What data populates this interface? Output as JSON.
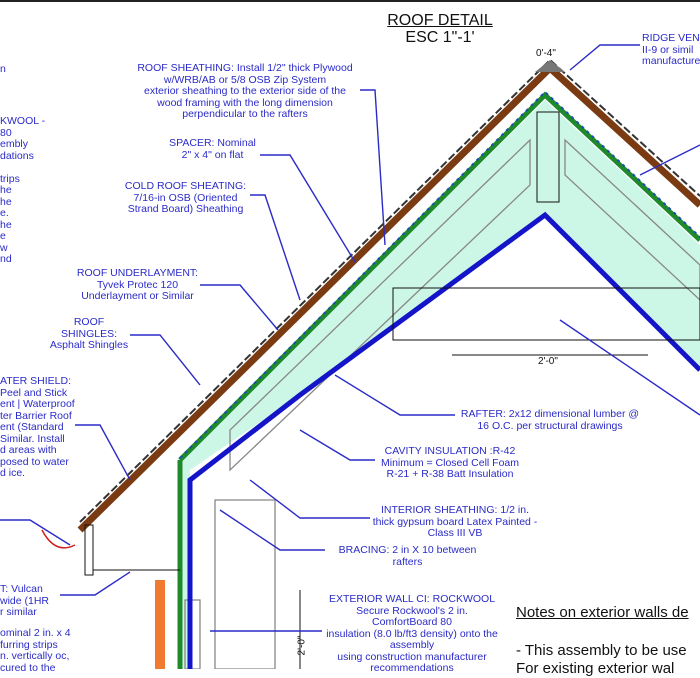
{
  "title": {
    "main": "ROOF DETAIL",
    "scale": "ESC 1\"-1'"
  },
  "dimensions": {
    "ridge": "0'-4\"",
    "truss": "2'-0\"",
    "wall": "2'-0\""
  },
  "labels": {
    "left_top": "n",
    "left_rockwool": "KWOOL -\n80\nembly\ndations\n\ntrips\nhe\nhe\ne.\nhe\ne\nw\nnd",
    "roof_sheathing": "ROOF SHEATHING: Install 1/2\" thick Plywood\nw/WRB/AB or 5/8 OSB Zip System\nexterior sheathing to the exterior side of the\nwood framing with the long dimension\nperpendicular to the rafters",
    "spacer": "SPACER: Nominal\n2\" x 4\" on flat",
    "cold_roof": "COLD ROOF SHEATING:\n7/16-in OSB (Oriented\nStrand Board) Sheathing",
    "underlayment": "ROOF UNDERLAYMENT:\nTyvek Protec 120\nUnderlayment or Similar",
    "shingles": "ROOF\nSHINGLES:\nAsphalt Shingles",
    "water_shield": "ATER SHIELD:\n Peel and Stick\nent | Waterproof\nter Barrier Roof\nent (Standard\nSimilar.  Install\nd areas with\nposed to water\nd ice.",
    "vent": "T: Vulcan\nwide (1HR\nr similar",
    "furring": "ominal 2 in. x 4\nfurring strips\nn. vertically oc,\ncured to the",
    "ridge_vent": "RIDGE VEN\nII-9 or simil\nmanufacture",
    "rafter": "RAFTER: 2x12 dimensional lumber @\n16 O.C. per structural drawings",
    "cavity": "CAVITY INSULATION :R-42\nMinimum =  Closed Cell Foam\nR-21 + R-38 Batt Insulation",
    "interior_sheathing": "INTERIOR SHEATHING: 1/2 in.\nthick gypsum board Latex Painted -\nClass III VB",
    "bracing": "BRACING: 2 in X 10 between\nrafters",
    "exterior_wall": "EXTERIOR WALL CI: ROCKWOOL\nSecure Rockwool's 2 in.\nComfortBoard 80\ninsulation (8.0 lb/ft3 density) onto the\nassembly\nusing construction manufacturer\nrecommendations"
  },
  "notes": {
    "heading": "Notes on exterior walls de",
    "line1": "- This assembly to be use",
    "line2": "  For existing exterior wal"
  },
  "colors": {
    "label": "#2b2bc8",
    "sheathing": "#7a3b12",
    "green": "#1f8a2a",
    "interior": "#1414c8",
    "insulation": "#7cf0c0",
    "batt": "#888888"
  }
}
